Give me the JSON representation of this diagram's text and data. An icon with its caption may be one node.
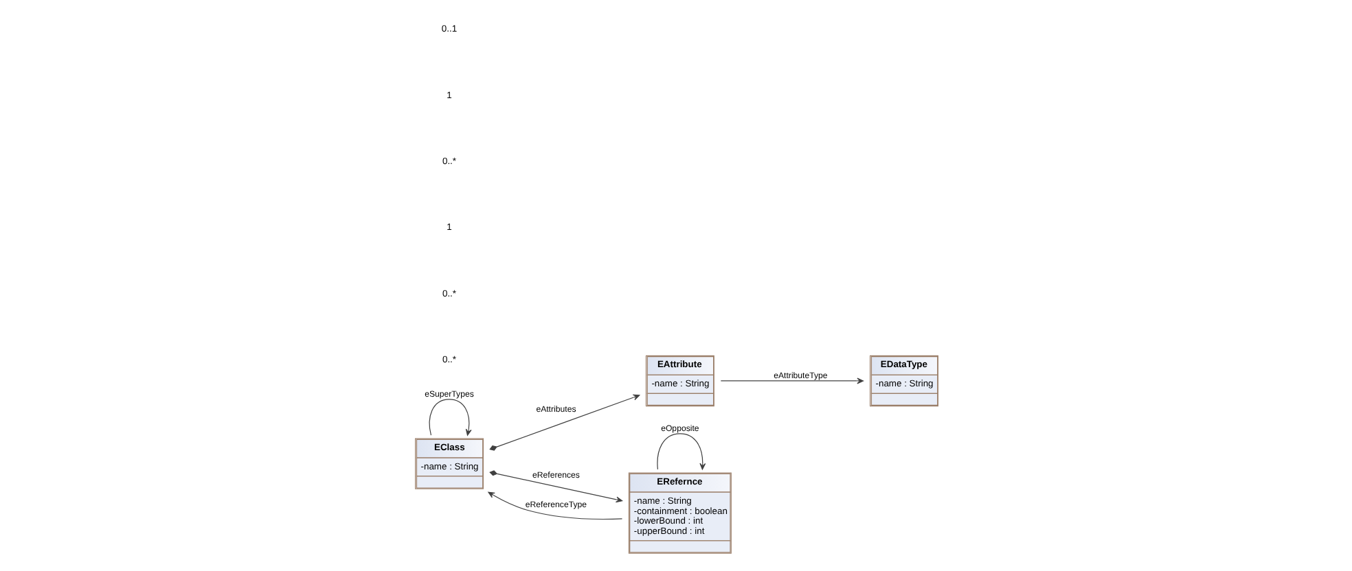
{
  "diagram": {
    "nodes": [
      {
        "text": [
          "EAttribute",
          "-name : String"
        ]
      },
      {
        "text": [
          "EClass",
          "-name : String"
        ]
      },
      {
        "text": [
          "EDataType",
          "-name : String"
        ]
      },
      {
        "text": [
          "ERefernce",
          "-name : String",
          "-containment : boolean",
          "-lowerBound : int",
          "-upperBound : int"
        ]
      }
    ],
    "edges": [
      {
        "from": 1,
        "to": 1,
        "arrow": "to",
        "label": "eSuperTypes"
      },
      {
        "from": 1,
        "to": 0,
        "arrow": "to",
        "label": "eAttributes"
      },
      {
        "from": 0,
        "to": 2,
        "arrow": "to",
        "label": "eAttributeType"
      },
      {
        "from": 1,
        "to": 3,
        "arrow": "to",
        "label": "eReferences"
      },
      {
        "from": 3,
        "to": 1,
        "arrow": "to",
        "label": "eReferenceType"
      },
      {
        "from": 3,
        "to": 3,
        "arrow": "to",
        "label": "eOpposite"
      }
    ],
    "labels": [
      "0..*",
      "0..*",
      "1",
      "0..*",
      "1",
      "0..1"
    ]
  }
}
